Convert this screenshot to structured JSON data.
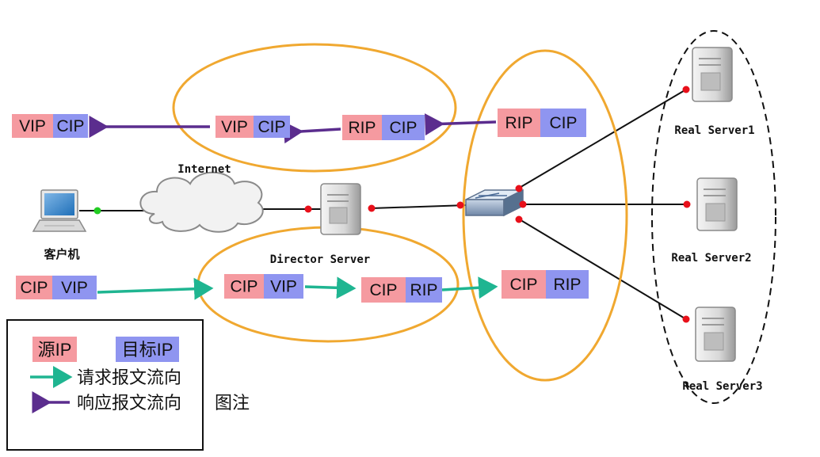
{
  "labels": {
    "internet": "Internet",
    "client": "客户机",
    "director": "Director Server",
    "real1": "Real Server1",
    "real2": "Real Server2",
    "real3": "Real Server3",
    "note": "图注"
  },
  "packets": {
    "resp_client": [
      "VIP",
      "CIP"
    ],
    "resp_mid": [
      "VIP",
      "CIP"
    ],
    "resp_dir": [
      "RIP",
      "CIP"
    ],
    "resp_switch": [
      "RIP",
      "CIP"
    ],
    "req_client": [
      "CIP",
      "VIP"
    ],
    "req_dir_in": [
      "CIP",
      "VIP"
    ],
    "req_dir_out": [
      "CIP",
      "RIP"
    ],
    "req_switch": [
      "CIP",
      "RIP"
    ]
  },
  "legend": {
    "source_ip": "源IP",
    "target_ip": "目标IP",
    "request_flow": "请求报文流向",
    "response_flow": "响应报文流向"
  },
  "colors": {
    "source": "#f59aa0",
    "target": "#8f95f0",
    "request_arrow": "#1fb591",
    "response_arrow": "#5b2d8e",
    "ellipse": "#f0a830",
    "dot_red": "#e8101a",
    "dot_green": "#22cc22"
  }
}
